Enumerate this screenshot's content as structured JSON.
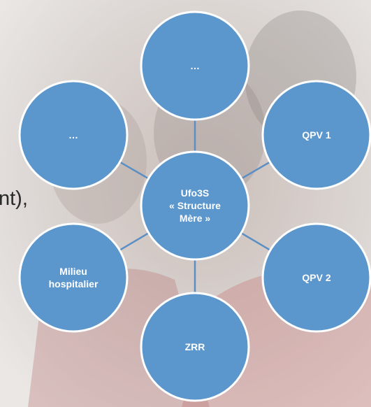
{
  "background_text": "nt),",
  "center": {
    "lines": [
      "Ufo3S",
      "« Structure",
      "Mère »"
    ]
  },
  "nodes": [
    {
      "id": "top",
      "lines": [
        "…"
      ]
    },
    {
      "id": "top-right",
      "lines": [
        "QPV 1"
      ]
    },
    {
      "id": "bottom-right",
      "lines": [
        "QPV 2"
      ]
    },
    {
      "id": "bottom",
      "lines": [
        "ZRR"
      ]
    },
    {
      "id": "bottom-left",
      "lines": [
        "Milieu",
        "hospitalier"
      ]
    },
    {
      "id": "top-left",
      "lines": [
        "…"
      ]
    }
  ],
  "colors": {
    "circle_fill": "#5b97cd",
    "circle_stroke": "#ffffff",
    "connector": "#5b8fc4",
    "label": "#ffffff"
  }
}
